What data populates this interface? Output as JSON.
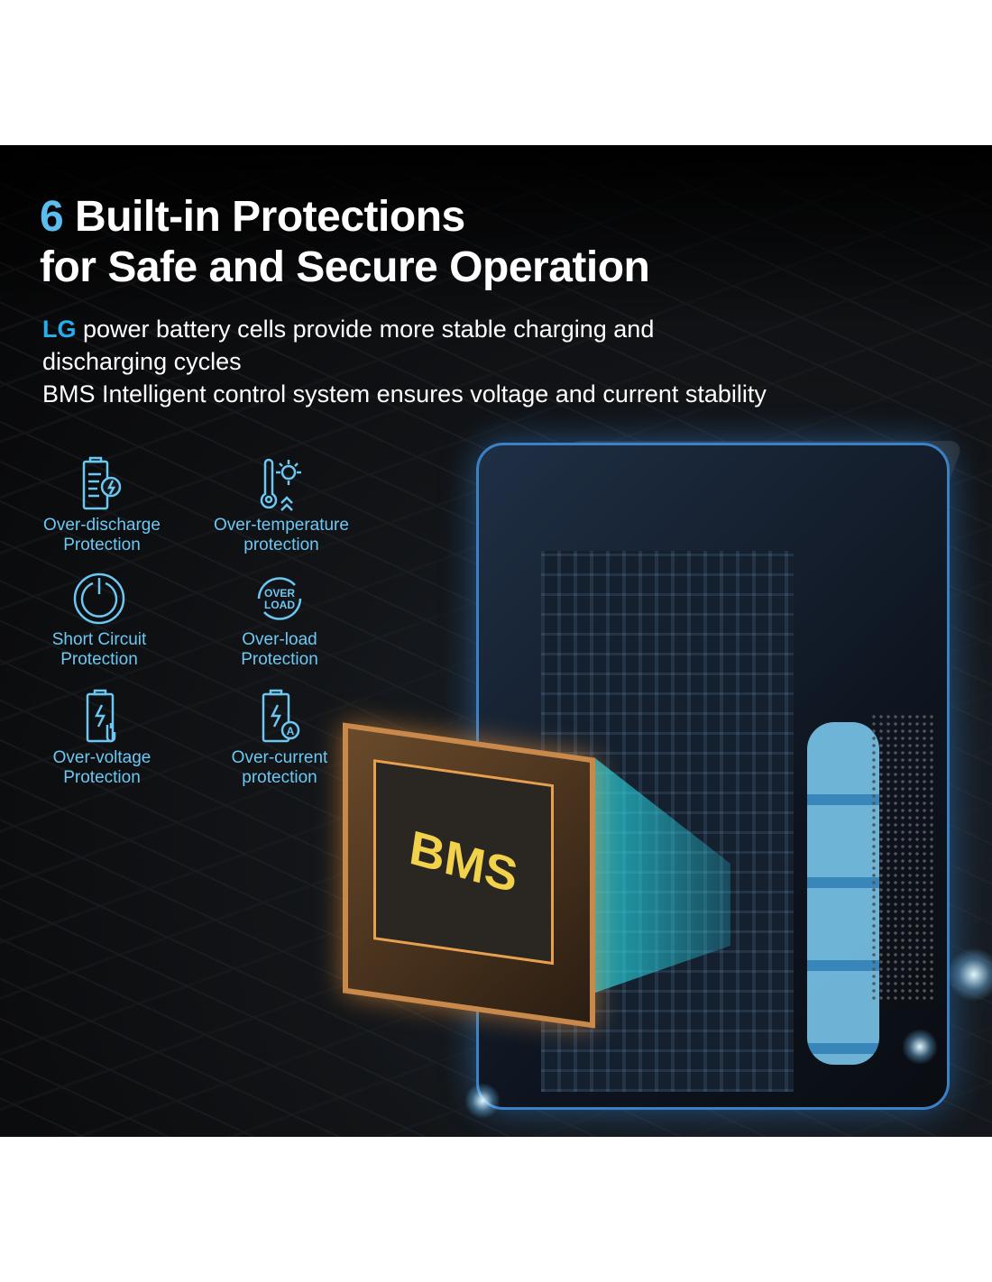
{
  "title": {
    "number": "6",
    "line1": " Built-in Protections",
    "line2": "for Safe and Secure Operation"
  },
  "subtitle": {
    "brand": "LG",
    "line1": " power battery cells provide more stable charging and",
    "line2": "discharging cycles",
    "line3": "BMS Intelligent control system ensures voltage and current stability"
  },
  "features": [
    {
      "icon": "battery-discharge-icon",
      "line1": "Over-discharge",
      "line2": "Protection"
    },
    {
      "icon": "thermometer-sun-icon",
      "line1": "Over-temperature",
      "line2": "protection"
    },
    {
      "icon": "power-icon",
      "line1": "Short Circuit",
      "line2": "Protection"
    },
    {
      "icon": "overload-icon",
      "line1": "Over-load",
      "line2": "Protection",
      "icon_text1": "OVER",
      "icon_text2": "LOAD"
    },
    {
      "icon": "battery-voltage-icon",
      "line1": "Over-voltage",
      "line2": "Protection"
    },
    {
      "icon": "battery-current-icon",
      "line1": "Over-current",
      "line2": "protection",
      "icon_text": "A"
    }
  ],
  "chip_label": "BMS",
  "colors": {
    "accent": "#5bbcf0",
    "feature": "#6cc8f2",
    "brand": "#25aef0",
    "chip": "#f2d24a"
  }
}
